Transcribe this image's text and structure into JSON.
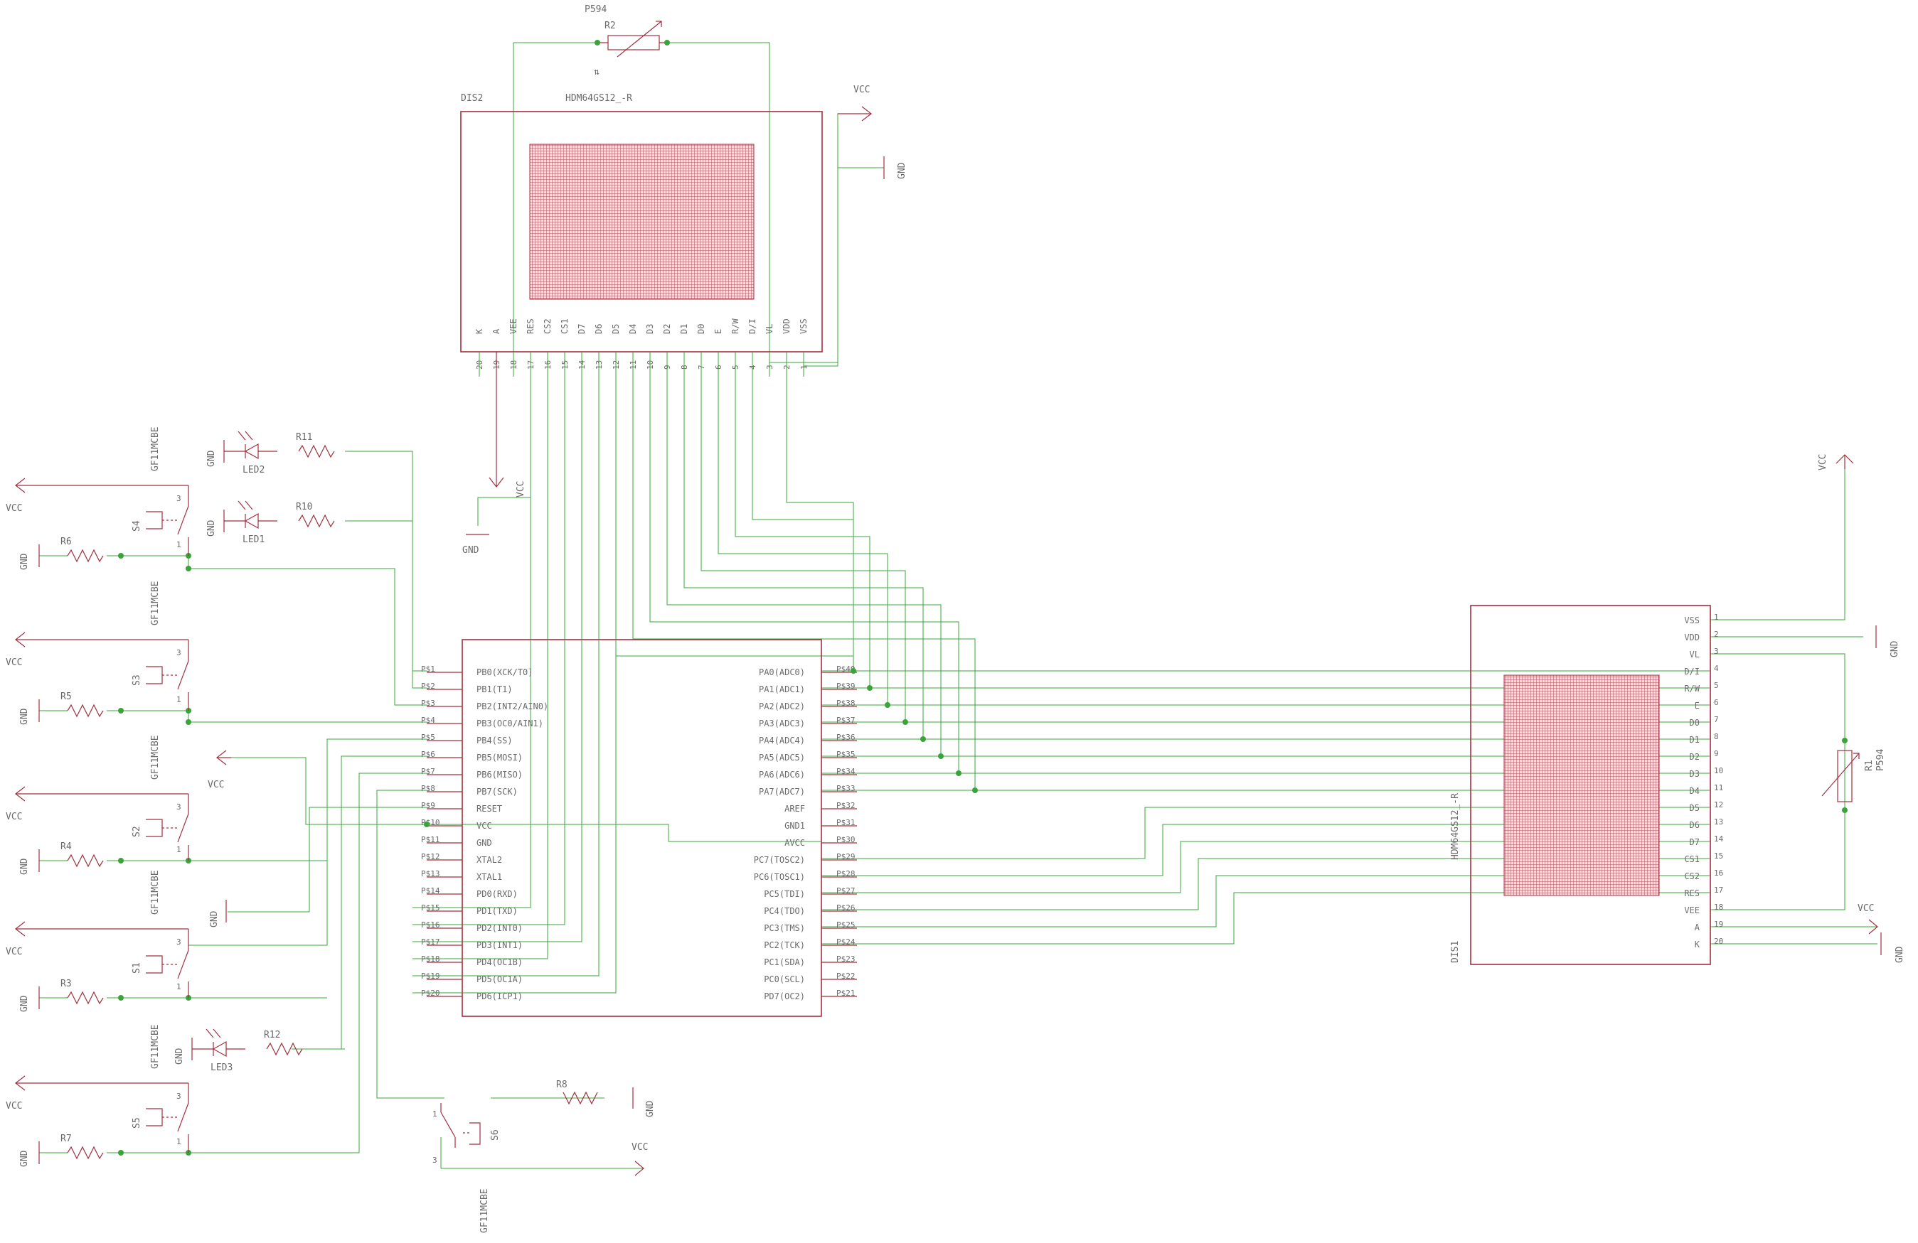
{
  "display_top": {
    "ref": "DIS2",
    "value": "HDM64GS12_-R",
    "pins": [
      "K",
      "A",
      "VEE",
      "RES",
      "CS2",
      "CS1",
      "D7",
      "D6",
      "D5",
      "D4",
      "D3",
      "D2",
      "D1",
      "D0",
      "E",
      "R/W",
      "D/I",
      "VL",
      "VDD",
      "VSS"
    ],
    "nums": [
      "20",
      "19",
      "18",
      "17",
      "16",
      "15",
      "14",
      "13",
      "12",
      "11",
      "10",
      "9",
      "8",
      "7",
      "6",
      "5",
      "4",
      "3",
      "2",
      "1"
    ]
  },
  "display_right": {
    "ref": "DIS1",
    "value": "HDM64GS12_-R",
    "pins": [
      "VSS",
      "VDD",
      "VL",
      "D/I",
      "R/W",
      "E",
      "D0",
      "D1",
      "D2",
      "D3",
      "D4",
      "D5",
      "D6",
      "D7",
      "CS1",
      "CS2",
      "RES",
      "VEE",
      "A",
      "K"
    ],
    "nums": [
      "1",
      "2",
      "3",
      "4",
      "5",
      "6",
      "7",
      "8",
      "9",
      "10",
      "11",
      "12",
      "13",
      "14",
      "15",
      "16",
      "17",
      "18",
      "19",
      "20"
    ]
  },
  "mcu": {
    "left_pads": [
      "P$1",
      "P$2",
      "P$3",
      "P$4",
      "P$5",
      "P$6",
      "P$7",
      "P$8",
      "P$9",
      "P$10",
      "P$11",
      "P$12",
      "P$13",
      "P$14",
      "P$15",
      "P$16",
      "P$17",
      "P$18",
      "P$19",
      "P$20"
    ],
    "left_names": [
      "PB0(XCK/T0)",
      "PB1(T1)",
      "PB2(INT2/AIN0)",
      "PB3(OC0/AIN1)",
      "PB4(SS)",
      "PB5(MOSI)",
      "PB6(MISO)",
      "PB7(SCK)",
      "RESET",
      "VCC",
      "GND",
      "XTAL2",
      "XTAL1",
      "PD0(RXD)",
      "PD1(TXD)",
      "PD2(INT0)",
      "PD3(INT1)",
      "PD4(OC1B)",
      "PD5(OC1A)",
      "PD6(ICP1)"
    ],
    "right_pads": [
      "P$40",
      "P$39",
      "P$38",
      "P$37",
      "P$36",
      "P$35",
      "P$34",
      "P$33",
      "P$32",
      "P$31",
      "P$30",
      "P$29",
      "P$28",
      "P$27",
      "P$26",
      "P$25",
      "P$24",
      "P$23",
      "P$22",
      "P$21"
    ],
    "right_names": [
      "PA0(ADC0)",
      "PA1(ADC1)",
      "PA2(ADC2)",
      "PA3(ADC3)",
      "PA4(ADC4)",
      "PA5(ADC5)",
      "PA6(ADC6)",
      "PA7(ADC7)",
      "AREF",
      "GND1",
      "AVCC",
      "PC7(TOSC2)",
      "PC6(TOSC1)",
      "PC5(TDI)",
      "PC4(TDO)",
      "PC3(TMS)",
      "PC2(TCK)",
      "PC1(SDA)",
      "PC0(SCL)",
      "PD7(OC2)"
    ]
  },
  "pots": {
    "top": {
      "ref": "R2",
      "value": "P594"
    },
    "right": {
      "ref": "R1",
      "value": "P594"
    }
  },
  "switches": [
    {
      "ref": "S4",
      "part": "GF11MCBE",
      "resistor": "R6"
    },
    {
      "ref": "S3",
      "part": "GF11MCBE",
      "resistor": "R5"
    },
    {
      "ref": "S2",
      "part": "GF11MCBE",
      "resistor": "R4"
    },
    {
      "ref": "S1",
      "part": "GF11MCBE",
      "resistor": "R3"
    },
    {
      "ref": "S5",
      "part": "GF11MCBE",
      "resistor": "R7"
    }
  ],
  "switch_pins": {
    "one": "1",
    "three": "3"
  },
  "reset_switch": {
    "ref": "S6",
    "part": "GF11MCBE",
    "resistor": "R8"
  },
  "leds": [
    {
      "ref": "LED2",
      "resistor": "R11"
    },
    {
      "ref": "LED1",
      "resistor": "R10"
    },
    {
      "ref": "LED3",
      "resistor": "R12"
    }
  ],
  "nets": {
    "vcc": "VCC",
    "gnd": "GND"
  },
  "colors": {
    "body": "#a3303f",
    "wire": "#3aa43a",
    "text": "#6a6a6a"
  }
}
